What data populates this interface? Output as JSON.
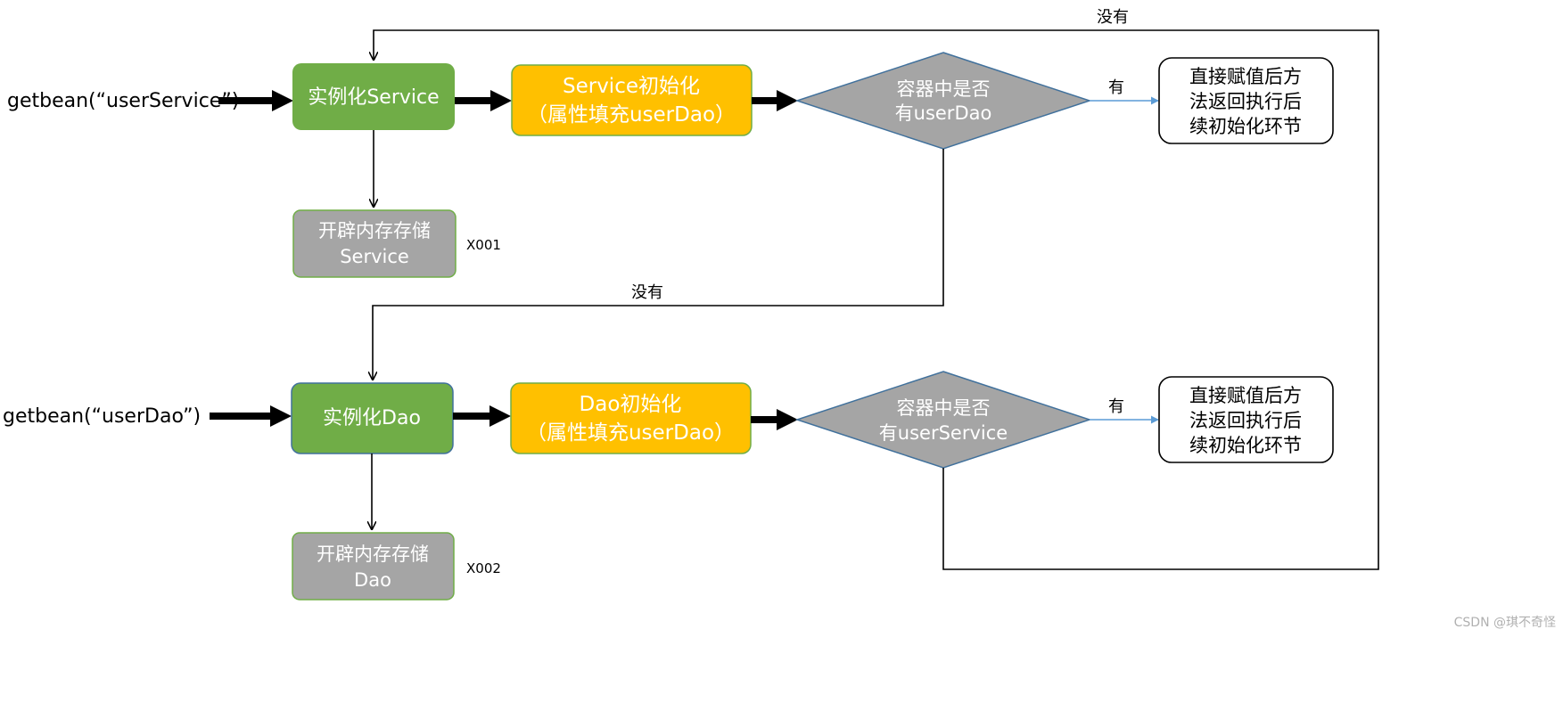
{
  "row1": {
    "call": "getbean(“userService”)",
    "instantiate": "实例化Service",
    "memory": [
      "开辟内存存储",
      "Service"
    ],
    "address": "X001",
    "init": [
      "Service初始化",
      "（属性填充userDao）"
    ],
    "decision": [
      "容器中是否",
      "有userDao"
    ],
    "yes_label": "有",
    "result": [
      "直接赋值后方",
      "法返回执行后",
      "续初始化环节"
    ],
    "no_label": "没有"
  },
  "row2": {
    "call": "getbean(“userDao”)",
    "instantiate": "实例化Dao",
    "memory": [
      "开辟内存存储",
      "Dao"
    ],
    "address": "X002",
    "init": [
      "Dao初始化",
      "（属性填充userDao）"
    ],
    "decision": [
      "容器中是否",
      "有userService"
    ],
    "yes_label": "有",
    "result": [
      "直接赋值后方",
      "法返回执行后",
      "续初始化环节"
    ],
    "no_label": "没有"
  },
  "watermark": "CSDN @琪不奇怪",
  "colors": {
    "green": "#70AD47",
    "orange": "#FFC000",
    "gray": "#A5A5A5",
    "blue_line": "#5B9BD5",
    "blue_border": "#41719C"
  }
}
